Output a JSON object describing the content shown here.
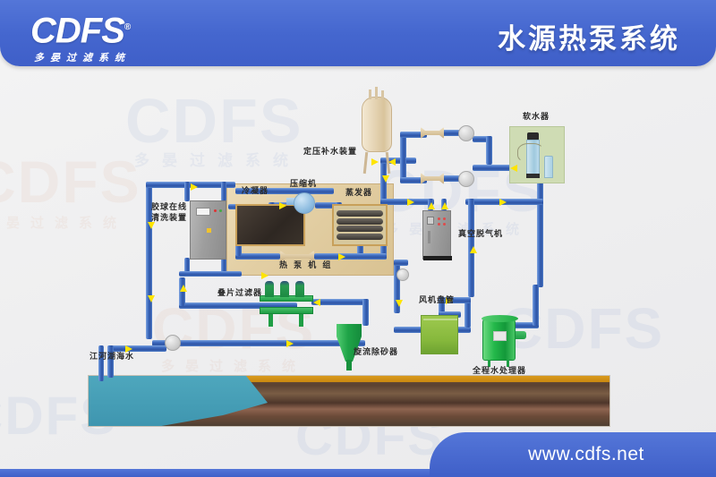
{
  "header": {
    "logo_text": "CDFS",
    "logo_reg": "®",
    "logo_sub": "多晏过滤系统",
    "title": "水源热泵系统"
  },
  "footer": {
    "url": "www.cdfs.net"
  },
  "watermark": {
    "text": "CDFS",
    "sub": "多晏过滤系统"
  },
  "diagram": {
    "labels": {
      "rubber_ball_cleaner": "胶球在线\n清洗装置",
      "rubber_ball_cleaner_l1": "胶球在线",
      "rubber_ball_cleaner_l2": "清洗装置",
      "condenser": "冷凝器",
      "compressor": "压缩机",
      "evaporator": "蒸发器",
      "heat_pump_unit": "热 泵 机 组",
      "pressure_makeup": "定压补水装置",
      "water_softener": "软水器",
      "vacuum_degasser": "真空脱气机",
      "fan_coil_unit": "风机盘管",
      "disc_filter": "叠片过滤器",
      "cyclone_separator": "旋流除砂器",
      "full_water_processor": "全程水处理器",
      "natural_water": "江河湖海水"
    },
    "colors": {
      "pipe": "#3f6cc0",
      "arrow": "#ffe400",
      "accent_blue": "#4567cf",
      "green_tank": "#24b84a",
      "fan_coil": "#86b83c",
      "water": "#4ea7bd",
      "housing": "#e3cfa4"
    }
  }
}
